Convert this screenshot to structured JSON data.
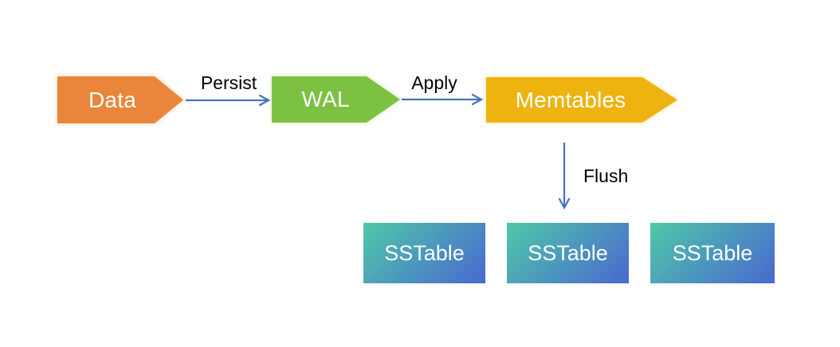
{
  "nodes": {
    "data": {
      "label": "Data",
      "color": "#E9863B"
    },
    "wal": {
      "label": "WAL",
      "color": "#7DC143"
    },
    "memtables": {
      "label": "Memtables",
      "color": "#EFB310"
    },
    "sstables": [
      {
        "label": "SSTable"
      },
      {
        "label": "SSTable"
      },
      {
        "label": "SSTable"
      }
    ]
  },
  "edges": {
    "persist": {
      "label": "Persist"
    },
    "apply": {
      "label": "Apply"
    },
    "flush": {
      "label": "Flush"
    }
  },
  "colors": {
    "arrow": "#4472C4",
    "node_text": "#FFFFFF",
    "edge_label_text": "#000000",
    "sstable_gradient_start": "#4FC8A8",
    "sstable_gradient_end": "#4A68D0",
    "background": "#FFFFFF"
  }
}
